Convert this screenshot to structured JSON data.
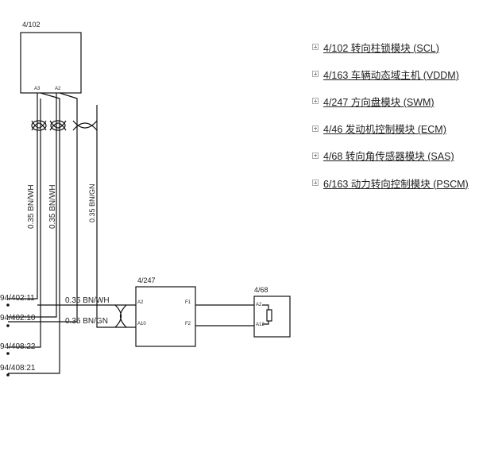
{
  "components": {
    "c4102": {
      "id": "4/102",
      "pins": [
        "A3",
        "A2"
      ]
    },
    "c4247": {
      "id": "4/247",
      "pins_left": [
        "A2",
        "A10"
      ],
      "pins_right": [
        "F1",
        "F2"
      ]
    },
    "c468": {
      "id": "4/68",
      "pins": [
        "A2",
        "A12"
      ]
    }
  },
  "wire_labels": {
    "vertical_left": "0.35 BN/WH",
    "vertical_middle": "0.35 BN/WH",
    "vertical_right": "0.35 BN/GN",
    "horizontal_top": "0.35 BN/WH",
    "horizontal_bottom": "0.35 BN/GN"
  },
  "connectors": [
    "94/402:11",
    "94/402:10",
    "94/408:22",
    "94/408:21"
  ],
  "legend": [
    "4/102 转向柱锁模块 (SCL)",
    "4/163 车辆动态域主机 (VDDM)",
    "4/247 方向盘模块 (SWM)",
    "4/46 发动机控制模块 (ECM)",
    "4/68 转向角传感器模块 (SAS)",
    "6/163 动力转向控制模块 (PSCM)"
  ]
}
